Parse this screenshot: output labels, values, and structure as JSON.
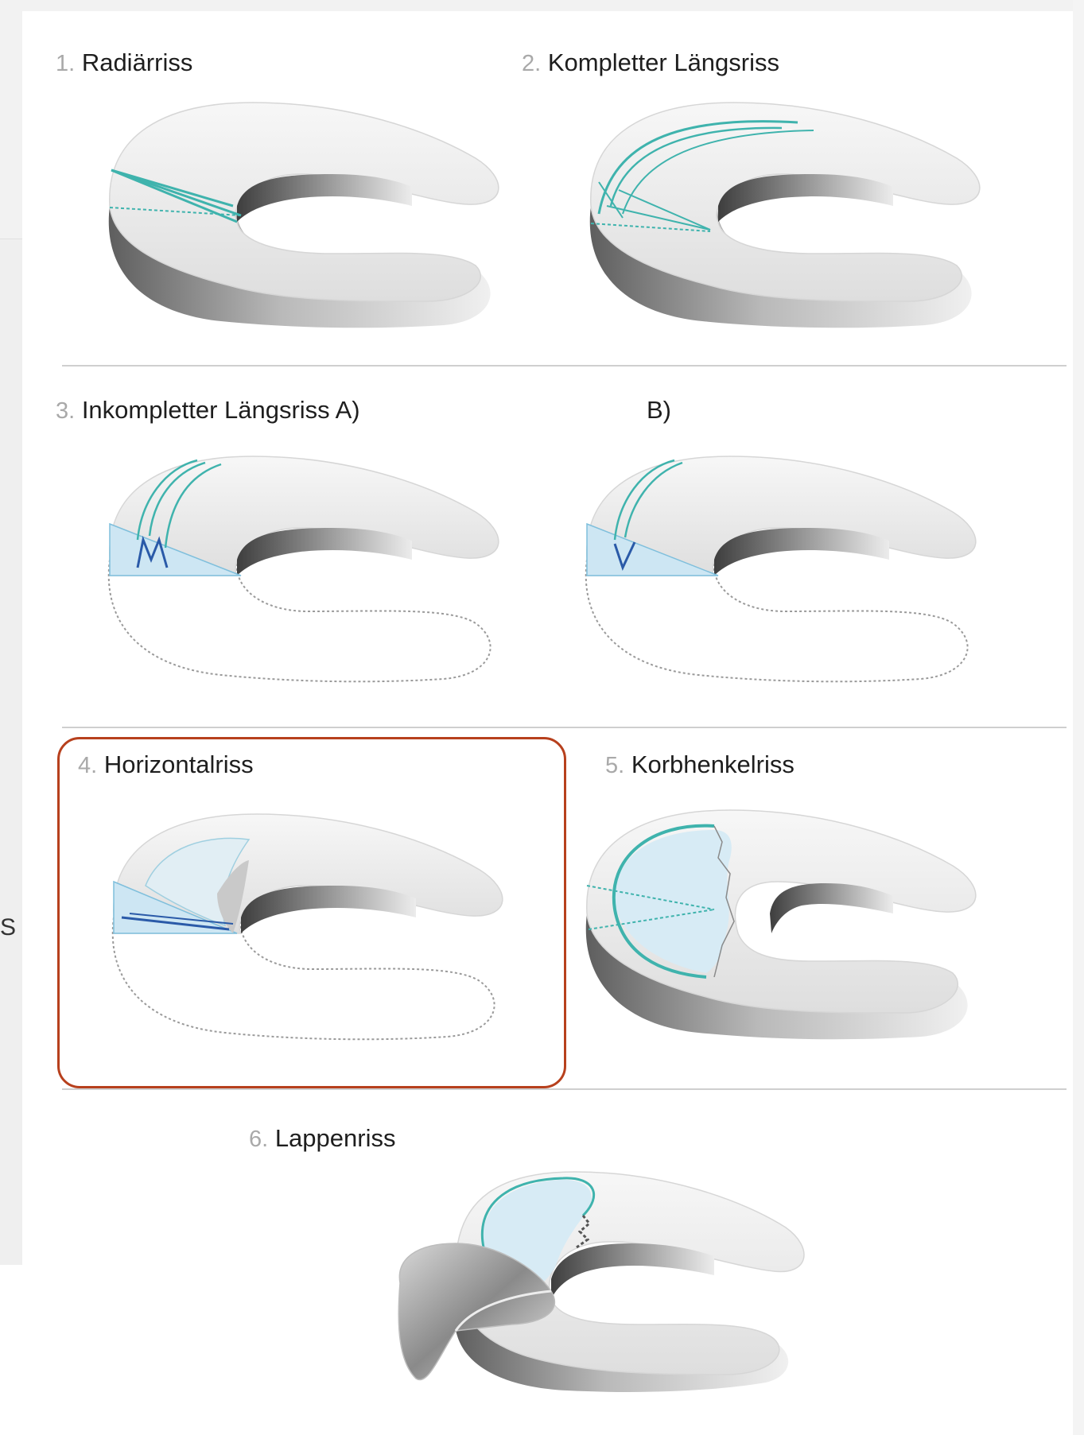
{
  "edge": {
    "glyph": "S"
  },
  "panels": [
    {
      "id": "1",
      "number": "1.",
      "title": "Radiärriss"
    },
    {
      "id": "2",
      "number": "2.",
      "title": "Kompletter Längsriss"
    },
    {
      "id": "3a",
      "number": "3.",
      "title": "Inkompletter Längsriss A)"
    },
    {
      "id": "3b",
      "number": "",
      "title": "B)"
    },
    {
      "id": "4",
      "number": "4.",
      "title": "Horizontalriss",
      "highlighted": true
    },
    {
      "id": "5",
      "number": "5.",
      "title": "Korbhenkelriss"
    },
    {
      "id": "6",
      "number": "6.",
      "title": "Lappenriss"
    }
  ],
  "colors": {
    "highlight_border": "#b7401d",
    "tear_line": "#3fb3ad",
    "tear_fill": "#cde6f3",
    "deep_tear": "#2a5aa8",
    "meniscus_light": "#eeeeee",
    "meniscus_shadow": "#6f6f6f"
  }
}
